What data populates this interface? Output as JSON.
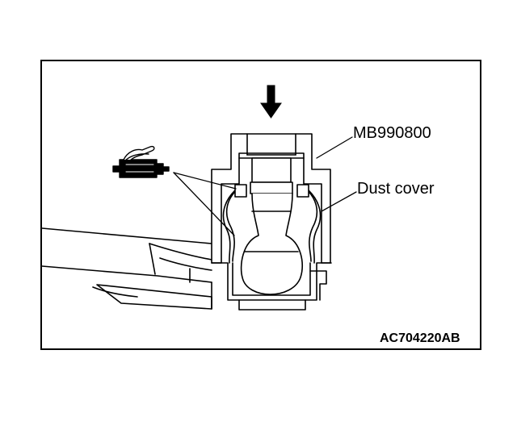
{
  "labels": {
    "tool": "MB990800",
    "dust_cover": "Dust cover"
  },
  "figure_code": "AC704220AB",
  "icons": [
    "down-arrow-icon",
    "grease-gun-icon"
  ],
  "colors": {
    "ink": "#000000",
    "paper": "#ffffff"
  }
}
